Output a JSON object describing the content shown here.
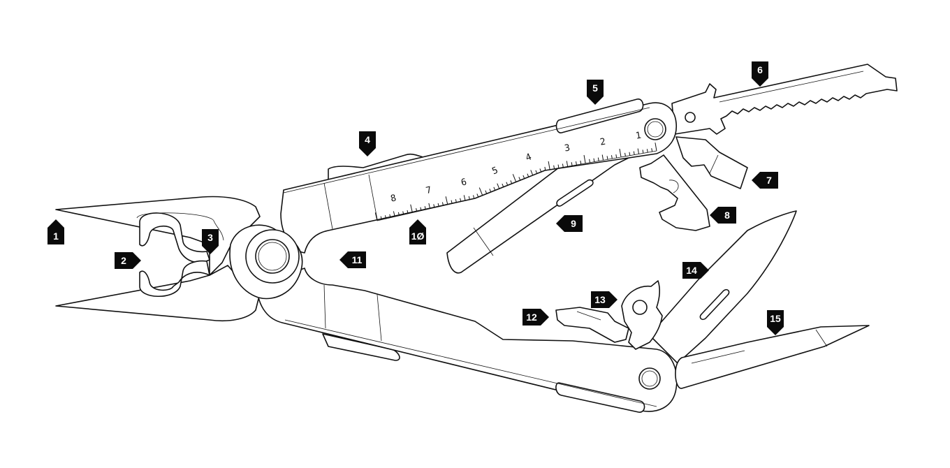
{
  "ruler": {
    "marks": [
      "1",
      "2",
      "3",
      "4",
      "5",
      "6",
      "7",
      "8"
    ]
  },
  "callouts": [
    {
      "id": "1",
      "label": "1"
    },
    {
      "id": "2",
      "label": "2"
    },
    {
      "id": "3",
      "label": "3"
    },
    {
      "id": "4",
      "label": "4"
    },
    {
      "id": "5",
      "label": "5"
    },
    {
      "id": "6",
      "label": "6"
    },
    {
      "id": "7",
      "label": "7"
    },
    {
      "id": "8",
      "label": "8"
    },
    {
      "id": "9",
      "label": "9"
    },
    {
      "id": "10",
      "label": "1Ø"
    },
    {
      "id": "11",
      "label": "11"
    },
    {
      "id": "12",
      "label": "12"
    },
    {
      "id": "13",
      "label": "13"
    },
    {
      "id": "14",
      "label": "14"
    },
    {
      "id": "15",
      "label": "15"
    }
  ]
}
